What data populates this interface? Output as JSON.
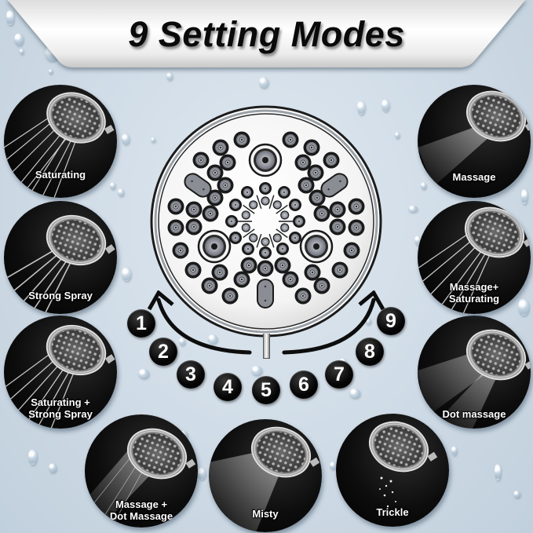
{
  "banner": {
    "title": "9 Setting Modes"
  },
  "colors": {
    "background": "#cfdbe6",
    "banner": "#f2f2f2",
    "mode_circle": "#000000",
    "label_text": "#ffffff",
    "nozzle_gray": "#8a8d94"
  },
  "modes": [
    {
      "number": "1",
      "label": "Saturating",
      "side": "left",
      "spray": "saturating"
    },
    {
      "number": "2",
      "label": "Strong Spray",
      "side": "left",
      "spray": "strong"
    },
    {
      "number": "3",
      "label": "Saturating + Strong Spray",
      "label_lines": [
        "Saturating +",
        "Strong Spray"
      ],
      "side": "left",
      "spray": "saturating"
    },
    {
      "number": "4",
      "label": "Massage + Dot Massage",
      "label_lines": [
        "Massage +",
        "Dot Massage"
      ],
      "side": "bottom",
      "spray": "massage"
    },
    {
      "number": "5",
      "label": "Misty",
      "side": "bottom",
      "spray": "mist"
    },
    {
      "number": "6",
      "label": "Trickle",
      "side": "bottom",
      "spray": "trickle"
    },
    {
      "number": "7",
      "label": "Dot massage",
      "side": "right",
      "spray": "massage"
    },
    {
      "number": "8",
      "label": "Massage+ Saturating",
      "label_lines": [
        "Massage+",
        "Saturating"
      ],
      "side": "right",
      "spray": "saturating"
    },
    {
      "number": "9",
      "label": "Massage",
      "side": "right",
      "spray": "massage"
    }
  ],
  "dial_numbers": [
    "1",
    "2",
    "3",
    "4",
    "5",
    "6",
    "7",
    "8",
    "9"
  ],
  "icons": {
    "center_face": "showerhead-face-icon",
    "arrows": "curved-arrow-icon"
  }
}
